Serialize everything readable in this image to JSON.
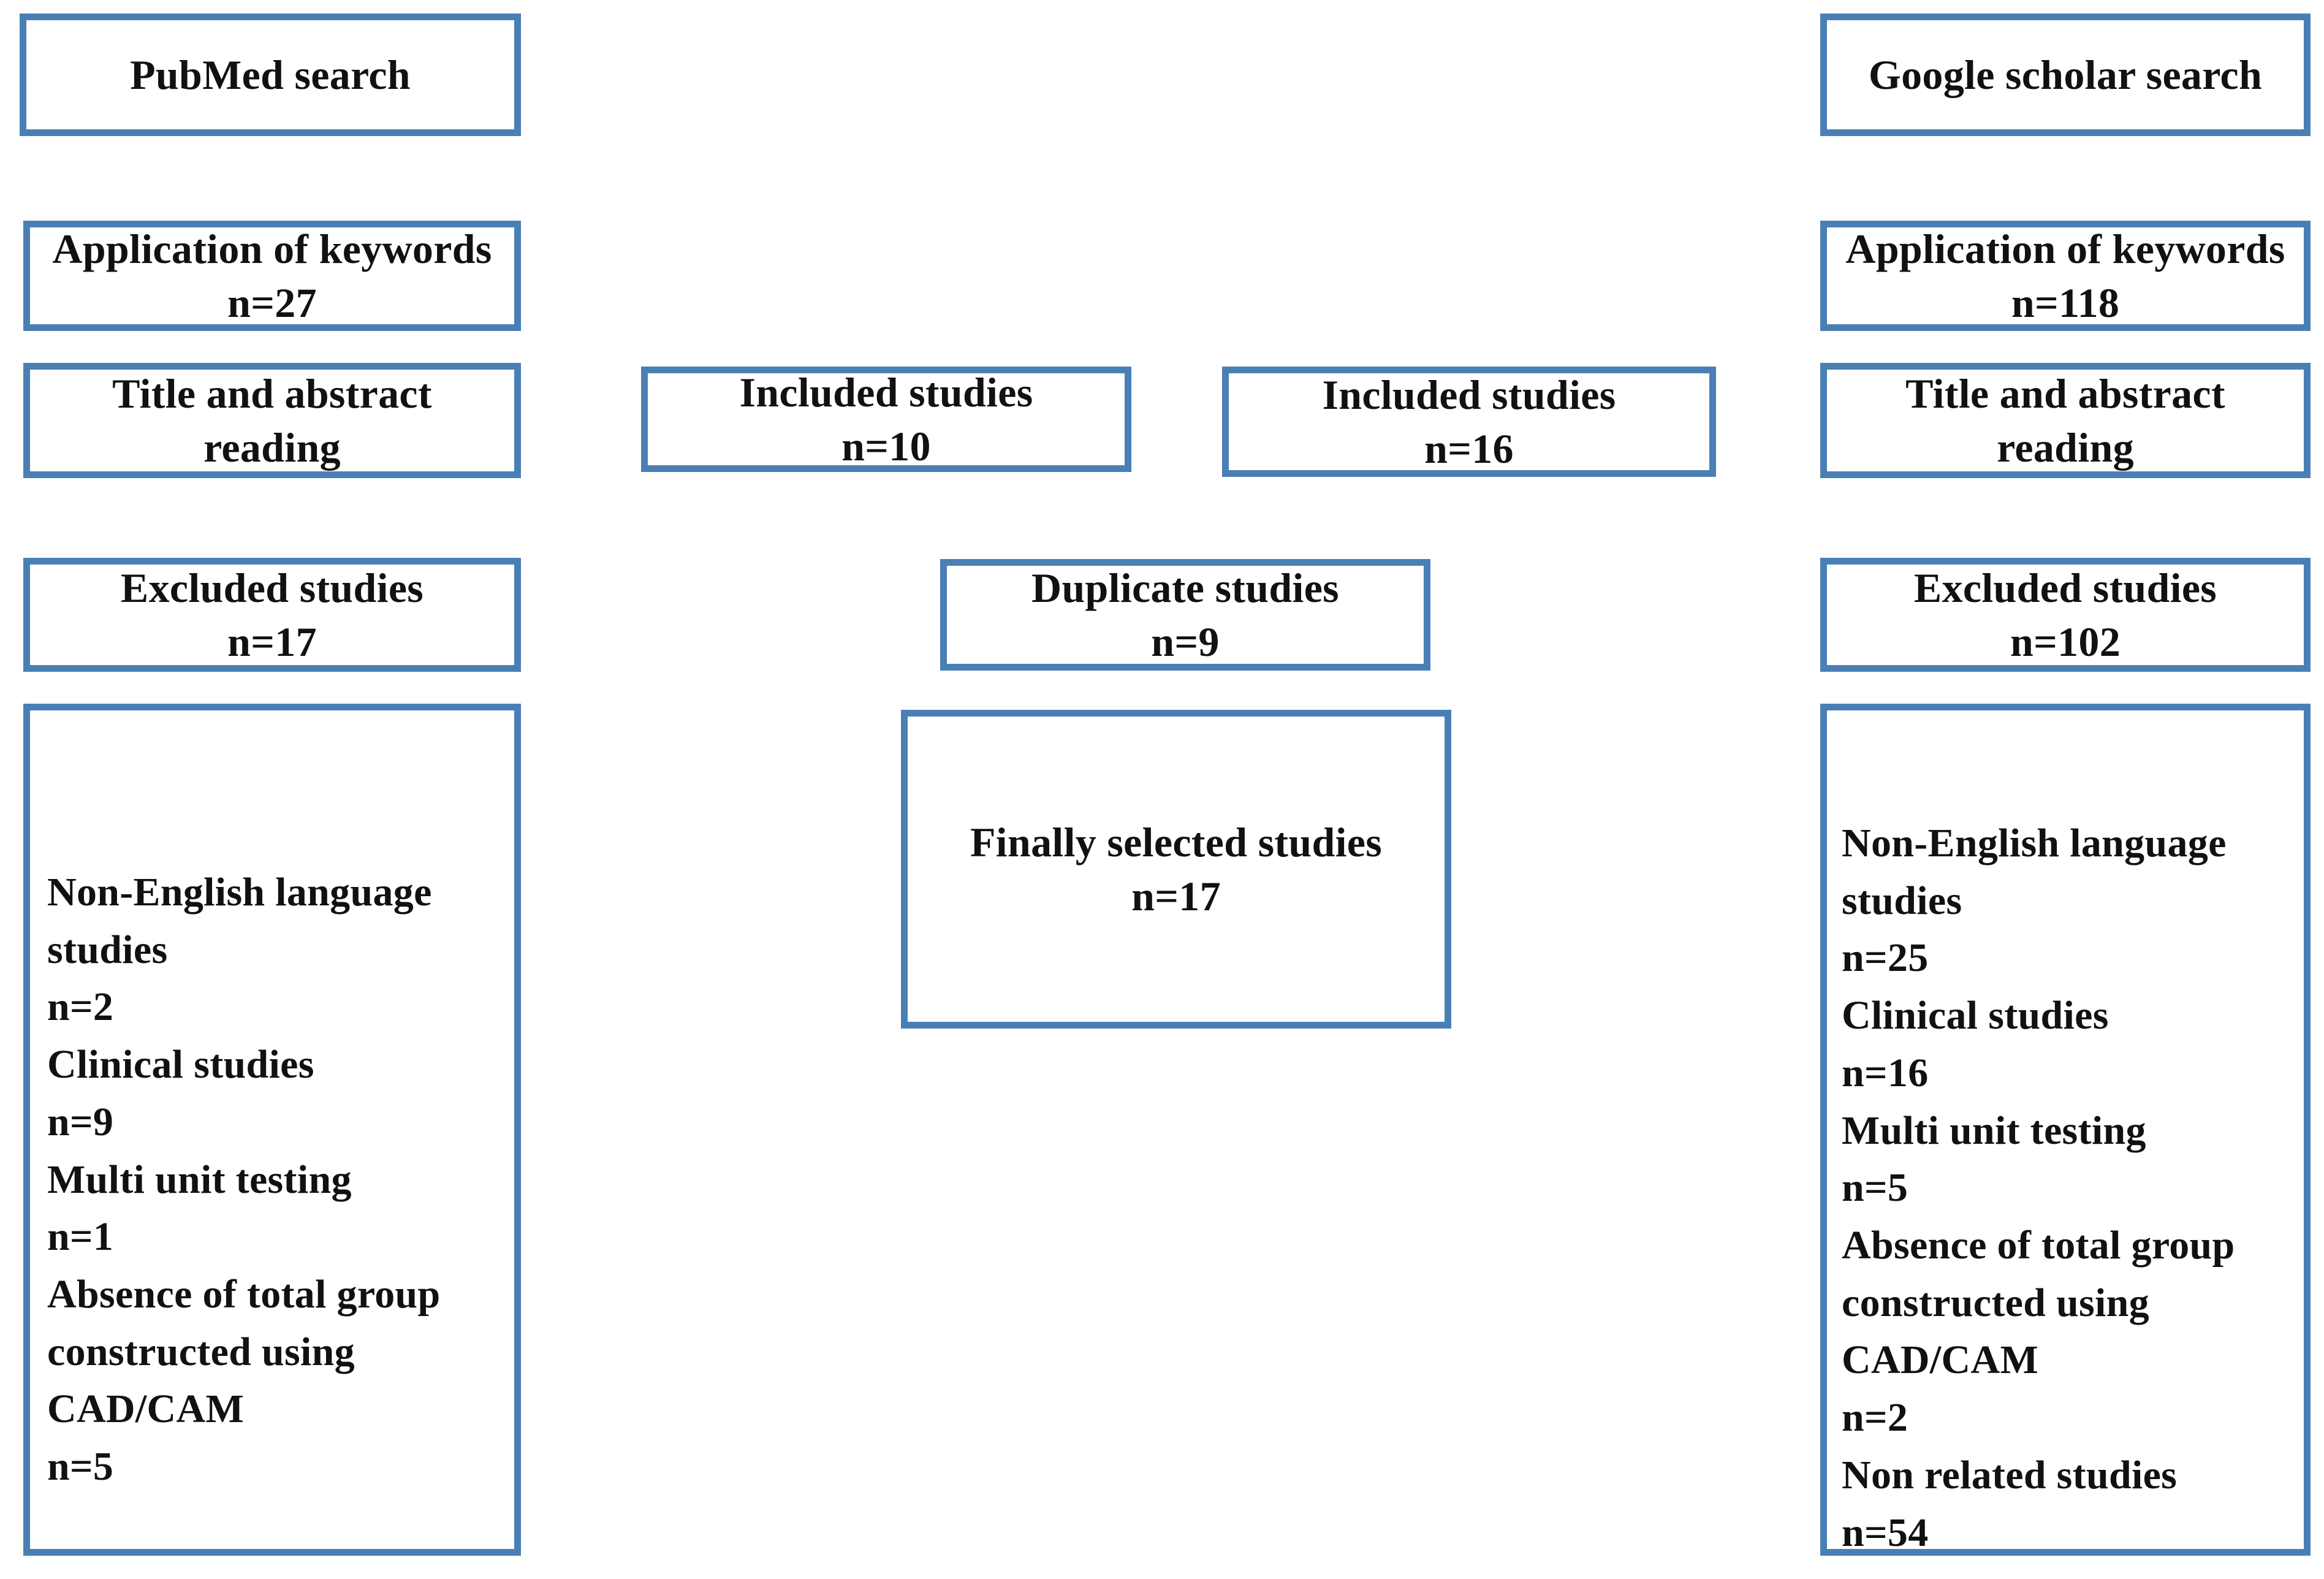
{
  "diagram": {
    "type": "prisma-flowchart",
    "accent_color": "#4a7fb5",
    "text_color": "#111111",
    "background_color": "#ffffff",
    "nodes": {
      "pubmed_search": {
        "label": "PubMed search"
      },
      "left_keywords": {
        "label": "Application of keywords\nn=27"
      },
      "left_title_abstract": {
        "label": "Title and abstract\nreading"
      },
      "left_excluded": {
        "label": "Excluded studies\nn=17"
      },
      "left_reasons": {
        "label": "Non-English language\nstudies\n n=2\nClinical studies\nn=9\nMulti unit testing\nn=1\nAbsence of total group\nconstructed using\nCAD/CAM\nn=5"
      },
      "included_pubmed": {
        "label": "Included studies\nn=10"
      },
      "included_google": {
        "label": "Included studies\nn=16"
      },
      "duplicate_studies": {
        "label": "Duplicate studies\nn=9"
      },
      "finally_selected": {
        "label": "Finally selected studies\nn=17"
      },
      "google_search": {
        "label": "Google scholar search"
      },
      "right_keywords": {
        "label": "Application of keywords\nn=118"
      },
      "right_title_abstract": {
        "label": "Title and abstract\nreading"
      },
      "right_excluded": {
        "label": "Excluded studies\nn=102"
      },
      "right_reasons": {
        "label": "Non-English language\nstudies\nn=25\nClinical studies\nn=16\nMulti unit testing\nn=5\nAbsence of total group\nconstructed using\nCAD/CAM\nn=2\nNon related studies\nn=54"
      }
    },
    "counts": {
      "pubmed_keywords_n": 27,
      "pubmed_excluded_n": 17,
      "pubmed_included_n": 10,
      "google_keywords_n": 118,
      "google_excluded_n": 102,
      "google_included_n": 16,
      "duplicates_n": 9,
      "finally_selected_n": 17,
      "pubmed_reasons": {
        "non_english_language_studies": 2,
        "clinical_studies": 9,
        "multi_unit_testing": 1,
        "absence_of_total_group_constructed_using_cadcam": 5
      },
      "google_reasons": {
        "non_english_language_studies": 25,
        "clinical_studies": 16,
        "multi_unit_testing": 5,
        "absence_of_total_group_constructed_using_cadcam": 2,
        "non_related_studies": 54
      }
    }
  }
}
